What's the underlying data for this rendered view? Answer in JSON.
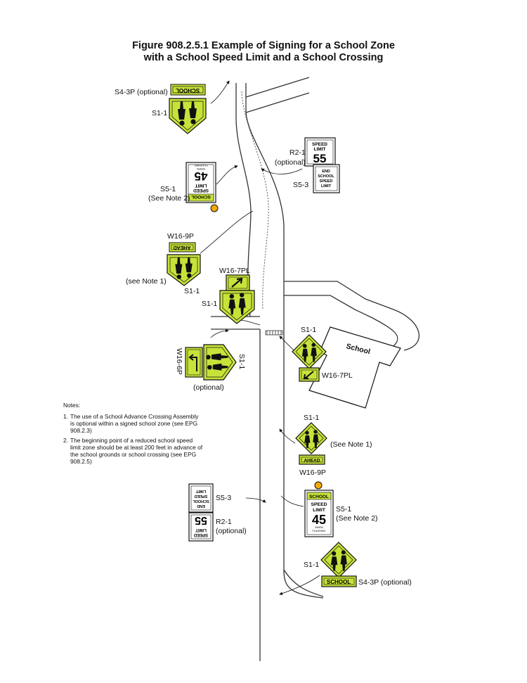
{
  "title": {
    "line1": "Figure 908.2.5.1 Example of Signing for a School Zone",
    "line2": "with a School Speed Limit and a School Crossing"
  },
  "colors": {
    "sign_yellow_green": "#c7e33a",
    "flasher_amber": "#f2a900",
    "ink": "#111111",
    "road_line": "#333333"
  },
  "labels": {
    "s4_3p_top": "S4-3P (optional)",
    "s1_1_top": "S1-1",
    "r2_1_top": "R2-1",
    "optional_r2_1_top": "(optional)",
    "s5_3_top": "S5-3",
    "s5_1_top": "S5-1",
    "note2_top": "(See Note 2)",
    "w16_9p_top": "W16-9P",
    "note1_left": "(see Note 1)",
    "s1_1_left": "S1-1",
    "w16_7pl_mid": "W16-7PL",
    "s1_1_mid": "S1-1",
    "w16_6p": "W16-6P",
    "s1_1_side": "S1-1",
    "optional_side": "(optional)",
    "s1_1_school": "S1-1",
    "w16_7pl_school": "W16-7PL",
    "school_building": "School",
    "s1_1_right": "S1-1",
    "note1_right": "(See Note 1)",
    "w16_9p_right": "W16-9P",
    "s5_3_bottom": "S5-3",
    "r2_1_bottom": "R2-1",
    "optional_bottom": "(optional)",
    "s5_1_bottom": "S5-1",
    "note2_bottom": "(See Note 2)",
    "s1_1_bottom": "S1-1",
    "s4_3p_bottom": "S4-3P (optional)"
  },
  "sign_text": {
    "school": "SCHOOL",
    "speed": "SPEED",
    "limit": "LIMIT",
    "n55": "55",
    "n45": "45",
    "end": "END",
    "when": "WHEN",
    "flashing": "FLASHING",
    "ahead": "AHEAD"
  },
  "notes": {
    "heading": "Notes:",
    "items": [
      {
        "num": "1.",
        "text": "The use of a School Advance Crossing Assembly is optional within a signed school zone (see EPG 908.2.3)"
      },
      {
        "num": "2.",
        "text": "The beginning point of a reduced school speed limit zone should be at least 200 feet in advance of the school grounds or school crossing (see EPG 908.2.5)"
      }
    ]
  }
}
